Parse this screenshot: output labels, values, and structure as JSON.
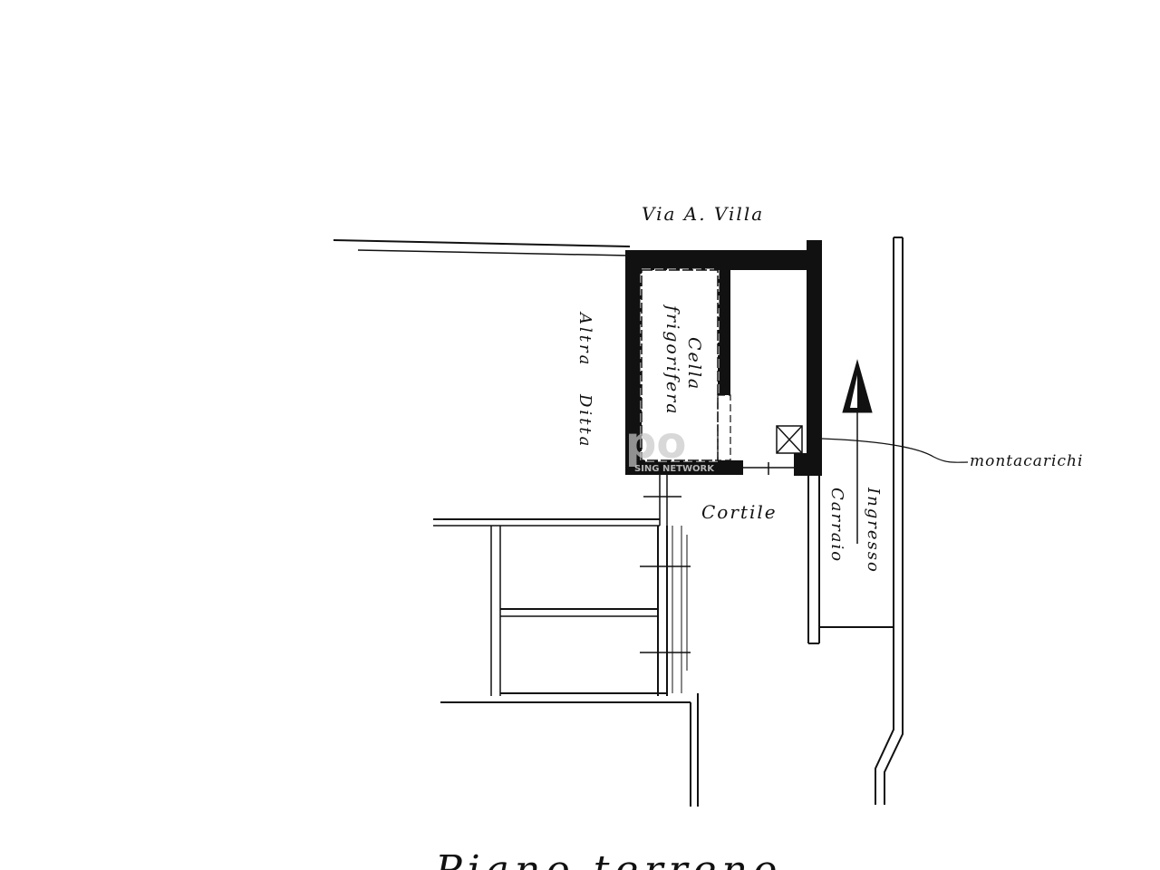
{
  "labels": {
    "street": "Via A. Villa",
    "room_line1": "Cella",
    "room_line2": "frigorifera",
    "neighbor_line1": "Altra",
    "neighbor_line2": "Ditta",
    "lift": "montacarichi",
    "courtyard": "Cortile",
    "entrance_line1": "Ingresso",
    "entrance_line2": "Carraio",
    "floor_title": "Piano terreno"
  },
  "watermark": {
    "brand": "po",
    "network": "SING NETWORK"
  },
  "colors": {
    "ink": "#111111",
    "paper": "#ffffff",
    "watermark": "#c8c8c8"
  },
  "icons": {
    "lift_symbol": "crossed-box-icon",
    "direction": "north-arrow-icon"
  }
}
